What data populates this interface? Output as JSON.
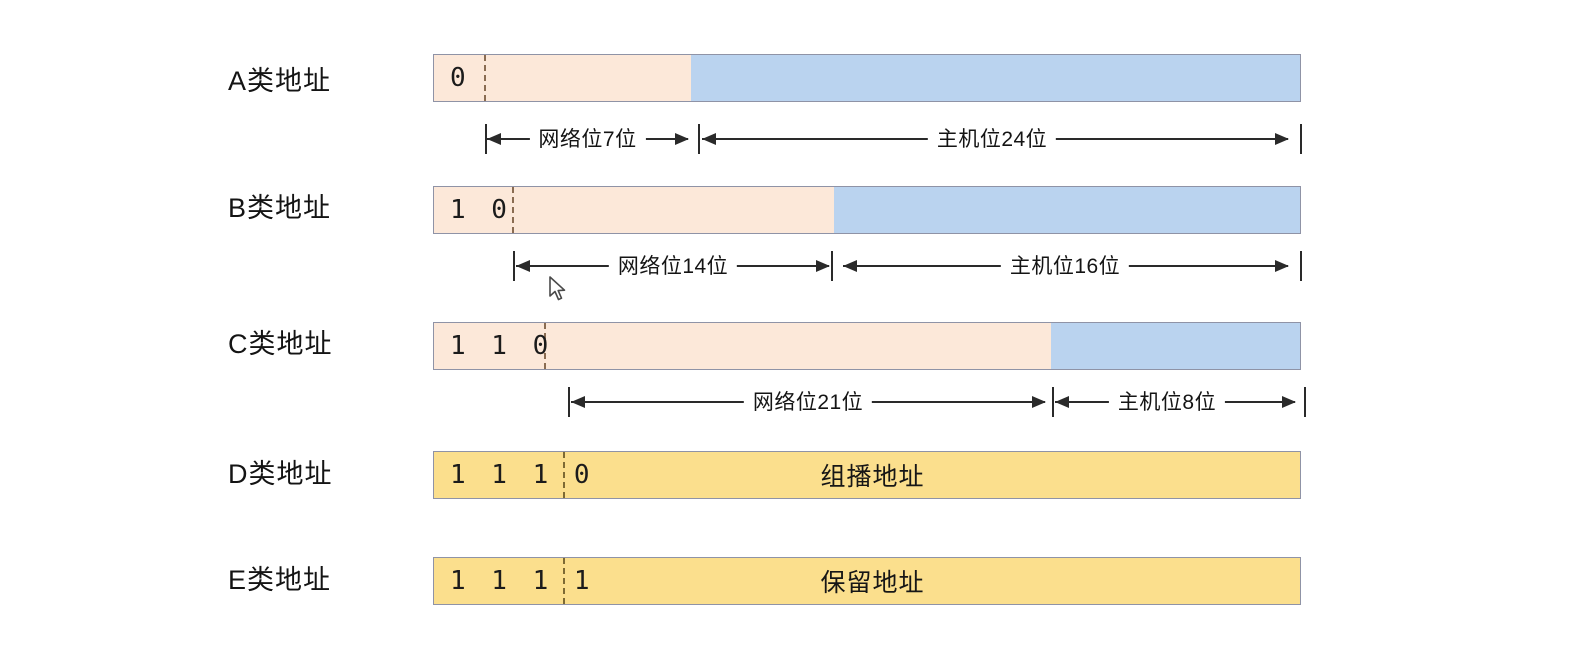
{
  "diagram": {
    "title": "IP address classes (A/B/C/D/E) bit layout",
    "colors": {
      "network_fill": "#fce8d9",
      "host_fill": "#bad3ef",
      "special_fill": "#fbdf8d",
      "border": "#8f93a6",
      "dash": "#8a6c52",
      "arrow": "#2a2a2a",
      "background": "#ffffff"
    },
    "rows": [
      {
        "id": "class-a",
        "label": "A类地址",
        "bits": "0",
        "segments": [
          {
            "kind": "network",
            "caption": ""
          },
          {
            "kind": "host",
            "caption": ""
          }
        ],
        "annotations": [
          {
            "id": "a-network",
            "text": "网络位7位"
          },
          {
            "id": "a-host",
            "text": "主机位24位"
          }
        ]
      },
      {
        "id": "class-b",
        "label": "B类地址",
        "bits": "1 0",
        "segments": [
          {
            "kind": "network",
            "caption": ""
          },
          {
            "kind": "host",
            "caption": ""
          }
        ],
        "annotations": [
          {
            "id": "b-network",
            "text": "网络位14位"
          },
          {
            "id": "b-host",
            "text": "主机位16位"
          }
        ]
      },
      {
        "id": "class-c",
        "label": "C类地址",
        "bits": "1 1 0",
        "segments": [
          {
            "kind": "network",
            "caption": ""
          },
          {
            "kind": "host",
            "caption": ""
          }
        ],
        "annotations": [
          {
            "id": "c-network",
            "text": "网络位21位"
          },
          {
            "id": "c-host",
            "text": "主机位8位"
          }
        ]
      },
      {
        "id": "class-d",
        "label": "D类地址",
        "bits": "1 1 1 0",
        "segments": [
          {
            "kind": "special",
            "caption": "组播地址"
          }
        ],
        "annotations": []
      },
      {
        "id": "class-e",
        "label": "E类地址",
        "bits": "1 1 1 1",
        "segments": [
          {
            "kind": "special",
            "caption": "保留地址"
          }
        ],
        "annotations": []
      }
    ]
  }
}
